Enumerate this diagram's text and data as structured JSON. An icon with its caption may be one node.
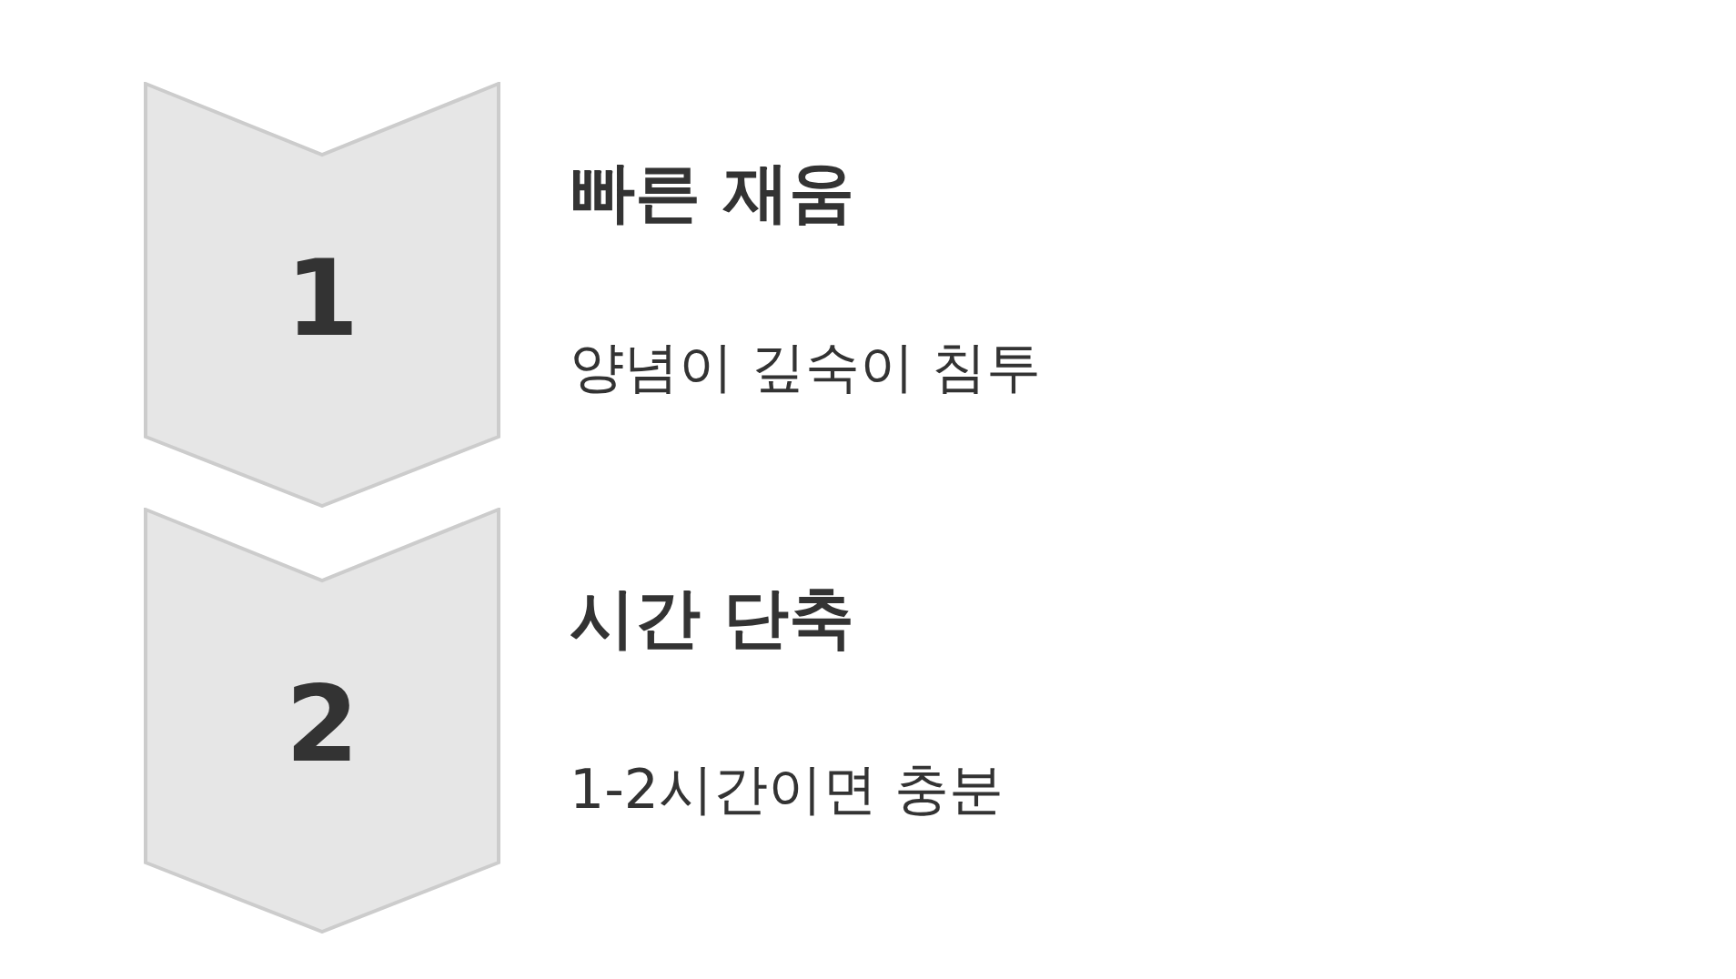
{
  "diagram": {
    "nodes": [
      {
        "text": [
          "1"
        ],
        "beside": [
          "빠른 재움",
          "양념이 깊숙이 침투"
        ]
      },
      {
        "text": [
          "2"
        ],
        "beside": [
          "시간 단축",
          "1-2시간이면 충분"
        ]
      }
    ]
  }
}
